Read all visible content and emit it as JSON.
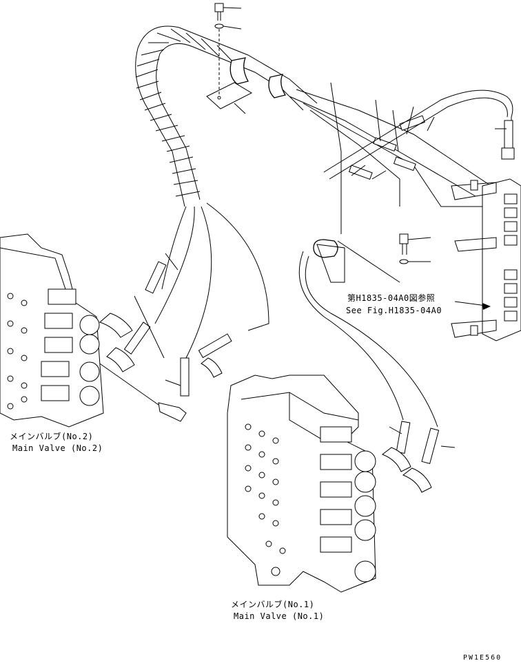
{
  "labels": {
    "see_fig_jp": "第H1835-04A0図参照",
    "see_fig_en": "See Fig.H1835-04A0",
    "main_valve_2_jp": "メインバルブ(No.2)",
    "main_valve_2_en": "Main Valve (No.2)",
    "main_valve_1_jp": "メインバルブ(No.1)",
    "main_valve_1_en": "Main Valve (No.1)",
    "drawing_code": "PW1E560"
  }
}
